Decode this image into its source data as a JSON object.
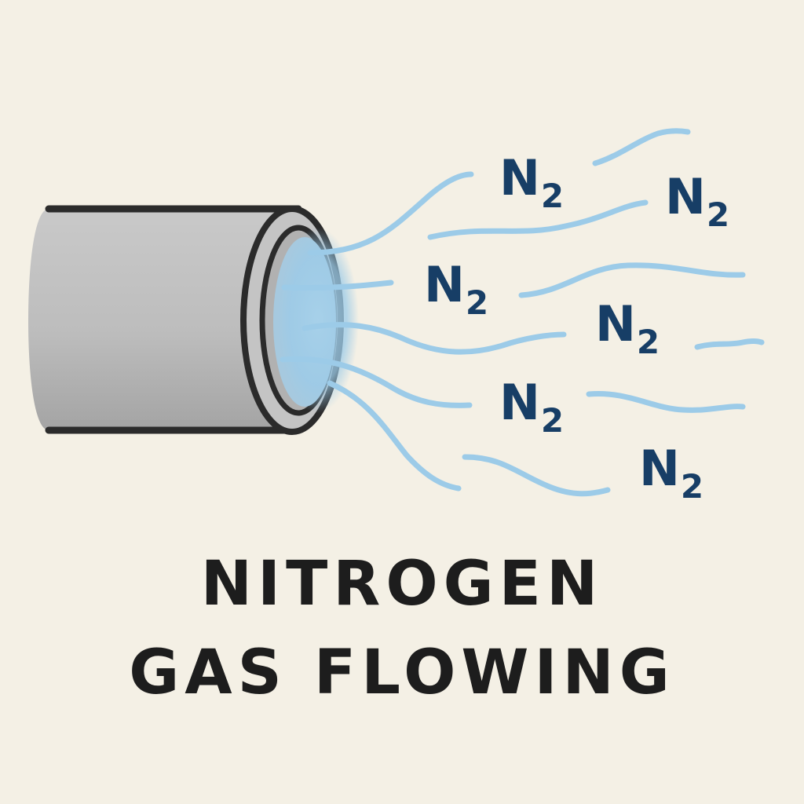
{
  "diagram": {
    "molecules": [
      {
        "symbol": "N",
        "subscript": "2"
      },
      {
        "symbol": "N",
        "subscript": "2"
      },
      {
        "symbol": "N",
        "subscript": "2"
      },
      {
        "symbol": "N",
        "subscript": "2"
      },
      {
        "symbol": "N",
        "subscript": "2"
      },
      {
        "symbol": "N",
        "subscript": "2"
      }
    ],
    "caption": {
      "line1": "NITROGEN",
      "line2": "GAS FLOWING"
    },
    "colors": {
      "background": "#f4f0e5",
      "pipe": "#b9b9b9",
      "pipe_outline": "#2b2b2b",
      "gas_stream": "#9ccbe8",
      "molecule_text": "#173e66",
      "caption_text": "#1d1d1d"
    }
  }
}
